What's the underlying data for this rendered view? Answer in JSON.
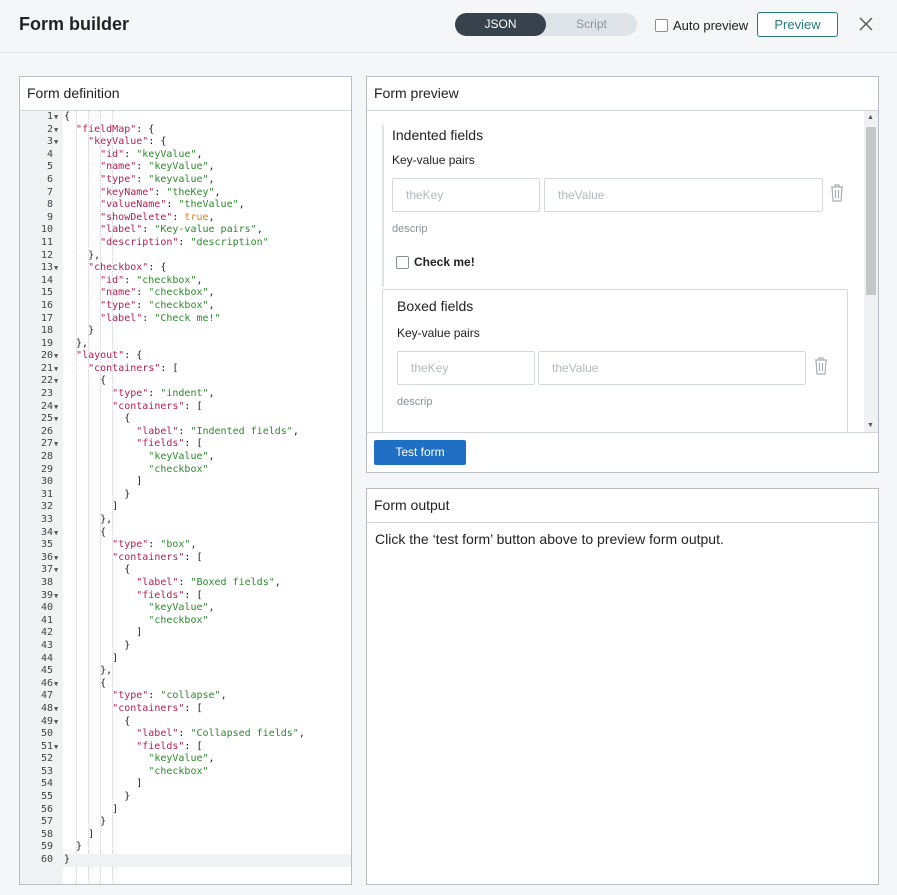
{
  "header": {
    "title": "Form builder",
    "toggle_json": "JSON",
    "toggle_script": "Script",
    "auto_preview_label": "Auto preview",
    "preview_button": "Preview",
    "close_icon": "close-icon"
  },
  "definition": {
    "title": "Form definition",
    "lines": [
      {
        "n": "1",
        "f": true,
        "t": "{"
      },
      {
        "n": "2",
        "f": true,
        "t": "  <k>\"fieldMap\"</k>: {"
      },
      {
        "n": "3",
        "f": true,
        "t": "    <k>\"keyValue\"</k>: {"
      },
      {
        "n": "4",
        "f": false,
        "t": "      <k>\"id\"</k>: <s>\"keyValue\"</s>,"
      },
      {
        "n": "5",
        "f": false,
        "t": "      <k>\"name\"</k>: <s>\"keyValue\"</s>,"
      },
      {
        "n": "6",
        "f": false,
        "t": "      <k>\"type\"</k>: <s>\"keyvalue\"</s>,"
      },
      {
        "n": "7",
        "f": false,
        "t": "      <k>\"keyName\"</k>: <s>\"theKey\"</s>,"
      },
      {
        "n": "8",
        "f": false,
        "t": "      <k>\"valueName\"</k>: <s>\"theValue\"</s>,"
      },
      {
        "n": "9",
        "f": false,
        "t": "      <k>\"showDelete\"</k>: <b>true</b>,"
      },
      {
        "n": "10",
        "f": false,
        "t": "      <k>\"label\"</k>: <s>\"Key-value pairs\"</s>,"
      },
      {
        "n": "11",
        "f": false,
        "t": "      <k>\"description\"</k>: <s>\"description\"</s>"
      },
      {
        "n": "12",
        "f": false,
        "t": "    },"
      },
      {
        "n": "13",
        "f": true,
        "t": "    <k>\"checkbox\"</k>: {"
      },
      {
        "n": "14",
        "f": false,
        "t": "      <k>\"id\"</k>: <s>\"checkbox\"</s>,"
      },
      {
        "n": "15",
        "f": false,
        "t": "      <k>\"name\"</k>: <s>\"checkbox\"</s>,"
      },
      {
        "n": "16",
        "f": false,
        "t": "      <k>\"type\"</k>: <s>\"checkbox\"</s>,"
      },
      {
        "n": "17",
        "f": false,
        "t": "      <k>\"label\"</k>: <s>\"Check me!\"</s>"
      },
      {
        "n": "18",
        "f": false,
        "t": "    }"
      },
      {
        "n": "19",
        "f": false,
        "t": "  },"
      },
      {
        "n": "20",
        "f": true,
        "t": "  <k>\"layout\"</k>: {"
      },
      {
        "n": "21",
        "f": true,
        "t": "    <k>\"containers\"</k>: ["
      },
      {
        "n": "22",
        "f": true,
        "t": "      {"
      },
      {
        "n": "23",
        "f": false,
        "t": "        <k>\"type\"</k>: <s>\"indent\"</s>,"
      },
      {
        "n": "24",
        "f": true,
        "t": "        <k>\"containers\"</k>: ["
      },
      {
        "n": "25",
        "f": true,
        "t": "          {"
      },
      {
        "n": "26",
        "f": false,
        "t": "            <k>\"label\"</k>: <s>\"Indented fields\"</s>,"
      },
      {
        "n": "27",
        "f": true,
        "t": "            <k>\"fields\"</k>: ["
      },
      {
        "n": "28",
        "f": false,
        "t": "              <s>\"keyValue\"</s>,"
      },
      {
        "n": "29",
        "f": false,
        "t": "              <s>\"checkbox\"</s>"
      },
      {
        "n": "30",
        "f": false,
        "t": "            ]"
      },
      {
        "n": "31",
        "f": false,
        "t": "          }"
      },
      {
        "n": "32",
        "f": false,
        "t": "        ]"
      },
      {
        "n": "33",
        "f": false,
        "t": "      },"
      },
      {
        "n": "34",
        "f": true,
        "t": "      {"
      },
      {
        "n": "35",
        "f": false,
        "t": "        <k>\"type\"</k>: <s>\"box\"</s>,"
      },
      {
        "n": "36",
        "f": true,
        "t": "        <k>\"containers\"</k>: ["
      },
      {
        "n": "37",
        "f": true,
        "t": "          {"
      },
      {
        "n": "38",
        "f": false,
        "t": "            <k>\"label\"</k>: <s>\"Boxed fields\"</s>,"
      },
      {
        "n": "39",
        "f": true,
        "t": "            <k>\"fields\"</k>: ["
      },
      {
        "n": "40",
        "f": false,
        "t": "              <s>\"keyValue\"</s>,"
      },
      {
        "n": "41",
        "f": false,
        "t": "              <s>\"checkbox\"</s>"
      },
      {
        "n": "42",
        "f": false,
        "t": "            ]"
      },
      {
        "n": "43",
        "f": false,
        "t": "          }"
      },
      {
        "n": "44",
        "f": false,
        "t": "        ]"
      },
      {
        "n": "45",
        "f": false,
        "t": "      },"
      },
      {
        "n": "46",
        "f": true,
        "t": "      {"
      },
      {
        "n": "47",
        "f": false,
        "t": "        <k>\"type\"</k>: <s>\"collapse\"</s>,"
      },
      {
        "n": "48",
        "f": true,
        "t": "        <k>\"containers\"</k>: ["
      },
      {
        "n": "49",
        "f": true,
        "t": "          {"
      },
      {
        "n": "50",
        "f": false,
        "t": "            <k>\"label\"</k>: <s>\"Collapsed fields\"</s>,"
      },
      {
        "n": "51",
        "f": true,
        "t": "            <k>\"fields\"</k>: ["
      },
      {
        "n": "52",
        "f": false,
        "t": "              <s>\"keyValue\"</s>,"
      },
      {
        "n": "53",
        "f": false,
        "t": "              <s>\"checkbox\"</s>"
      },
      {
        "n": "54",
        "f": false,
        "t": "            ]"
      },
      {
        "n": "55",
        "f": false,
        "t": "          }"
      },
      {
        "n": "56",
        "f": false,
        "t": "        ]"
      },
      {
        "n": "57",
        "f": false,
        "t": "      }"
      },
      {
        "n": "58",
        "f": false,
        "t": "    ]"
      },
      {
        "n": "59",
        "f": false,
        "t": "  }"
      },
      {
        "n": "60",
        "f": false,
        "t": "}"
      }
    ]
  },
  "preview": {
    "title": "Form preview",
    "indented": {
      "title": "Indented fields",
      "kv_label": "Key-value pairs",
      "key_placeholder": "theKey",
      "value_placeholder": "theValue",
      "description": "descrip",
      "checkbox_label": "Check me!"
    },
    "boxed": {
      "title": "Boxed fields",
      "kv_label": "Key-value pairs",
      "key_placeholder": "theKey",
      "value_placeholder": "theValue",
      "description": "descrip"
    },
    "test_button": "Test form"
  },
  "output": {
    "title": "Form output",
    "message": "Click the ‘test form’ button above to preview form output."
  },
  "colors": {
    "accent": "#1f6fc5",
    "toggle_active": "#37424d",
    "preview_btn": "#2a7a7a",
    "json_key": "#b1204f",
    "json_string": "#2c8a2c",
    "json_bool": "#d9821a"
  }
}
